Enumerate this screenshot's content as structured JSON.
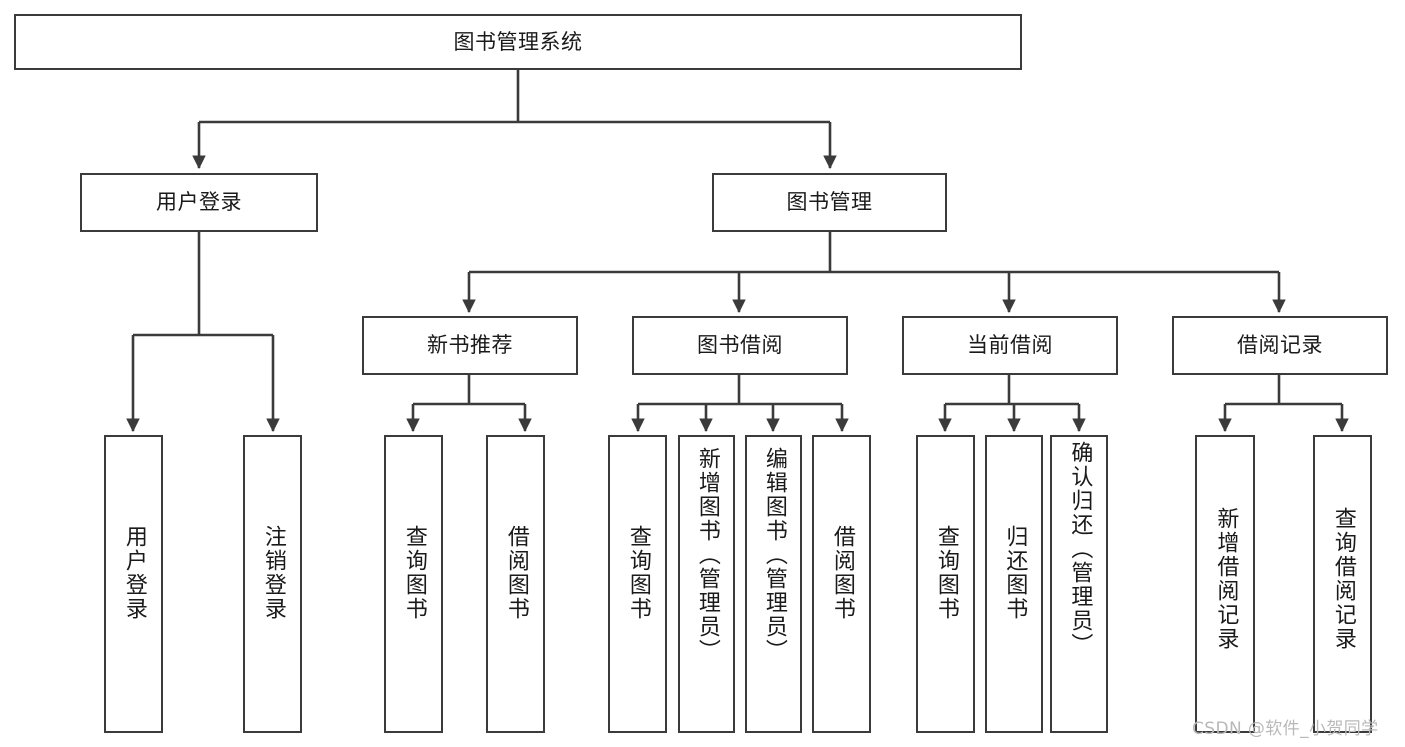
{
  "diagram": {
    "title": "图书管理系统",
    "type": "tree-hierarchy-chart",
    "watermark": "CSDN @软件_小贺同学",
    "root": {
      "id": "root",
      "label": "图书管理系统"
    },
    "level2": [
      {
        "id": "user-login",
        "label": "用户登录"
      },
      {
        "id": "book-manage",
        "label": "图书管理"
      }
    ],
    "level3": [
      {
        "id": "new-book-rec",
        "label": "新书推荐"
      },
      {
        "id": "book-borrow",
        "label": "图书借阅"
      },
      {
        "id": "current-borrow",
        "label": "当前借阅"
      },
      {
        "id": "borrow-record",
        "label": "借阅记录"
      }
    ],
    "leaves": {
      "user_login": [
        {
          "id": "leaf-user-login",
          "label": "用户登录"
        },
        {
          "id": "leaf-logout",
          "label": "注销登录"
        }
      ],
      "new_book_rec": [
        {
          "id": "leaf-query-book-1",
          "label": "查询图书"
        },
        {
          "id": "leaf-borrow-book-1",
          "label": "借阅图书"
        }
      ],
      "book_borrow": [
        {
          "id": "leaf-query-book-2",
          "label": "查询图书"
        },
        {
          "id": "leaf-add-book",
          "label": "新增图书（管理员）"
        },
        {
          "id": "leaf-edit-book",
          "label": "编辑图书（管理员）"
        },
        {
          "id": "leaf-borrow-book-2",
          "label": "借阅图书"
        }
      ],
      "current_borrow": [
        {
          "id": "leaf-query-book-3",
          "label": "查询图书"
        },
        {
          "id": "leaf-return-book",
          "label": "归还图书"
        },
        {
          "id": "leaf-confirm-return",
          "label": "确认归还（管理员）"
        }
      ],
      "borrow_record": [
        {
          "id": "leaf-add-record",
          "label": "新增借阅记录"
        },
        {
          "id": "leaf-query-record",
          "label": "查询借阅记录"
        }
      ]
    },
    "colors": {
      "stroke": "#3b3b3b",
      "fill": "#ffffff",
      "text": "#1a1a1a",
      "watermark": "#b9b9b9"
    }
  }
}
